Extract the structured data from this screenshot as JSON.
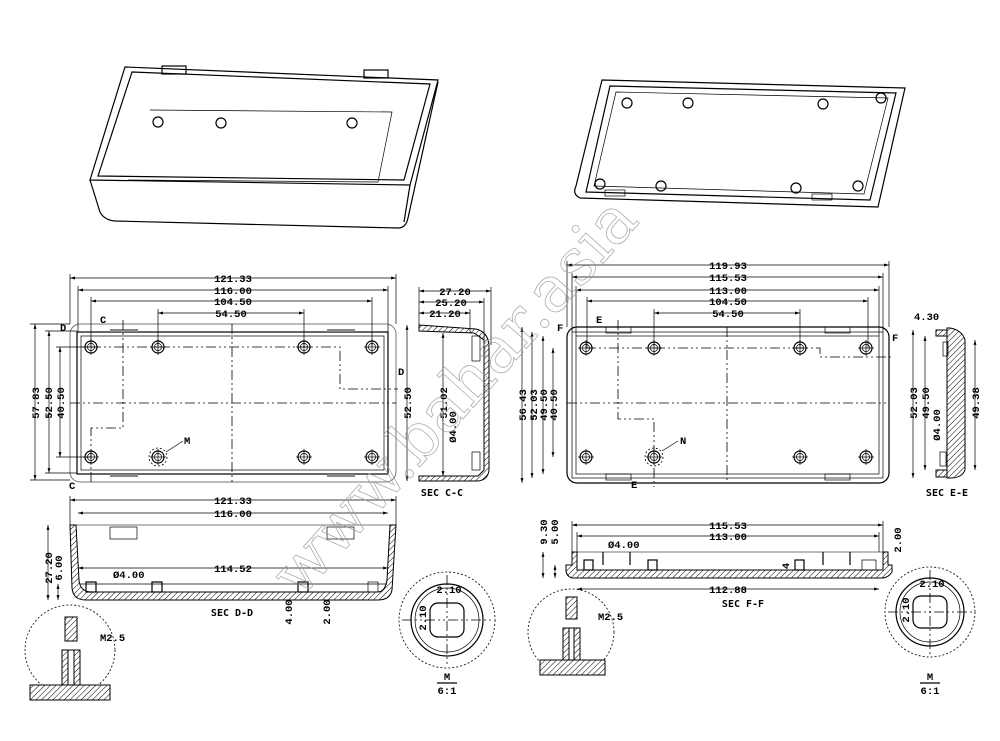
{
  "watermark": "www.bahar.asia",
  "box_plan": {
    "dims": {
      "overall_length": "121.33",
      "inner_length": "116.00",
      "hole_spacing_outer": "104.50",
      "hole_spacing_inner": "54.50",
      "overall_width": "57.83",
      "inner_width": "52.50",
      "hole_spacing_vertical": "40.50"
    },
    "markers": {
      "c_top": "C",
      "c_bottom": "C",
      "d_left": "D",
      "d_right": "D",
      "detail": "M"
    }
  },
  "sec_cc": {
    "title": "SEC C-C",
    "dims": {
      "height_total": "27.20",
      "height_mid": "25.20",
      "height_inner": "21.20",
      "width": "52.50",
      "inner_width": "51.02",
      "boss_diameter": "Ø4.00"
    }
  },
  "lid_plan": {
    "dims": {
      "overall_length": "119.93",
      "length_2": "115.53",
      "length_3": "113.00",
      "hole_spacing_outer": "104.50",
      "hole_spacing_inner": "54.50",
      "overall_width": "56.43",
      "width_2": "52.03",
      "width_3": "49.50",
      "hole_spacing_vertical": "40.50"
    },
    "markers": {
      "e_top": "E",
      "e_bottom": "E",
      "f_left": "F",
      "f_right": "F",
      "detail": "N"
    }
  },
  "sec_ee": {
    "title": "SEC E-E",
    "dims": {
      "depth": "4.30",
      "width_outer": "52.03",
      "width_inner": "49.50",
      "boss_diameter": "Ø4.00",
      "width_back": "49.38"
    }
  },
  "sec_dd": {
    "title": "SEC D-D",
    "dims": {
      "overall_length": "121.33",
      "inner_length": "116.00",
      "height": "27.20",
      "boss_height": "6.00",
      "boss_diameter": "Ø4.00",
      "floor_length": "114.52",
      "boss_depth": "4.00",
      "wall": "2.00"
    },
    "screw": "M2.5"
  },
  "sec_ff": {
    "title": "SEC F-F",
    "dims": {
      "height_total": "9.30",
      "height_lip": "5.00",
      "length_1": "115.53",
      "length_2": "113.00",
      "boss_diameter": "Ø4.00",
      "boss_step": "4",
      "wall": "2.00",
      "floor_length": "112.88"
    },
    "screw": "M2.5"
  },
  "detail_left": {
    "dim_h": "2.10",
    "dim_v": "2.10",
    "label": "M",
    "scale": "6:1"
  },
  "detail_right": {
    "dim_h": "2.10",
    "dim_v": "2.10",
    "label": "M",
    "scale": "6:1"
  }
}
